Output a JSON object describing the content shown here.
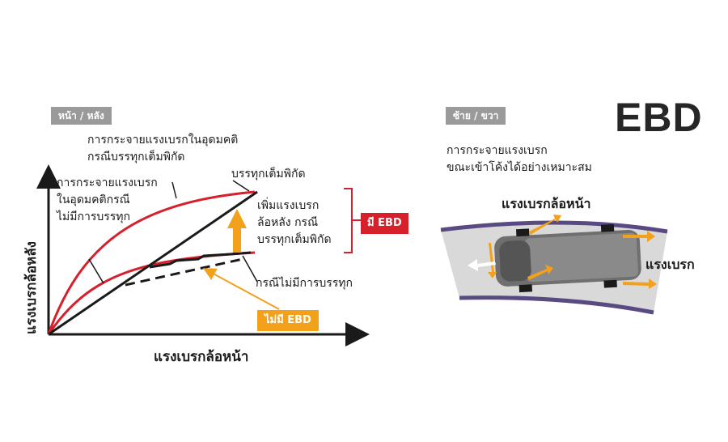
{
  "title": "EBD",
  "left": {
    "tag": "หน้า / หลัง",
    "ideal_full_load": [
      "การกระจายแรงเบรกในอุดมคติ",
      "กรณีบรรทุกเต็มพิกัด"
    ],
    "ideal_no_load": [
      "การกระจายแรงเบรก",
      "ในอุดมคติกรณี",
      "ไม่มีการบรรทุก"
    ],
    "full_load": "บรรทุกเต็มพิกัด",
    "increase": [
      "เพิ่มแรงเบรก",
      "ล้อหลัง กรณี",
      "บรรทุกเต็มพิกัด"
    ],
    "no_load": "กรณีไม่มีการบรรทุก",
    "with_ebd": "มี EBD",
    "without_ebd": "ไม่มี EBD",
    "y_axis": "แรงเบรกล้อหลัง",
    "x_axis": "แรงเบรกล้อหน้า"
  },
  "right": {
    "tag": "ซ้าย / ขวา",
    "description": [
      "การกระจายแรงเบรก",
      "ขณะเข้าโค้งได้อย่างเหมาะสม"
    ],
    "front_brake": "แรงเบรกล้อหน้า",
    "brake": "แรงเบรก"
  },
  "colors": {
    "red": "#d6202c",
    "orange": "#f3a01a",
    "gray": "#9a9a9a",
    "road": "#d9d9d9",
    "road_edge": "#5a4a82"
  }
}
